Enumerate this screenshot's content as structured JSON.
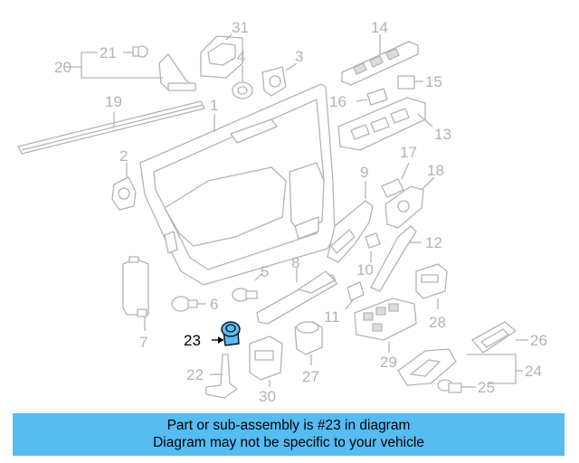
{
  "diagram": {
    "callouts": [
      "1",
      "2",
      "3",
      "4",
      "5",
      "6",
      "7",
      "8",
      "9",
      "10",
      "11",
      "12",
      "13",
      "14",
      "15",
      "16",
      "17",
      "18",
      "19",
      "20",
      "21",
      "22",
      "23",
      "24",
      "25",
      "26",
      "27",
      "28",
      "29",
      "30",
      "31"
    ],
    "highlighted_callout": "23",
    "highlight_color": "#55bdf2"
  },
  "banner": {
    "line1": "Part or sub-assembly is #23 in diagram",
    "line2": "Diagram may not be specific to your vehicle",
    "background": "#55bdf2"
  }
}
